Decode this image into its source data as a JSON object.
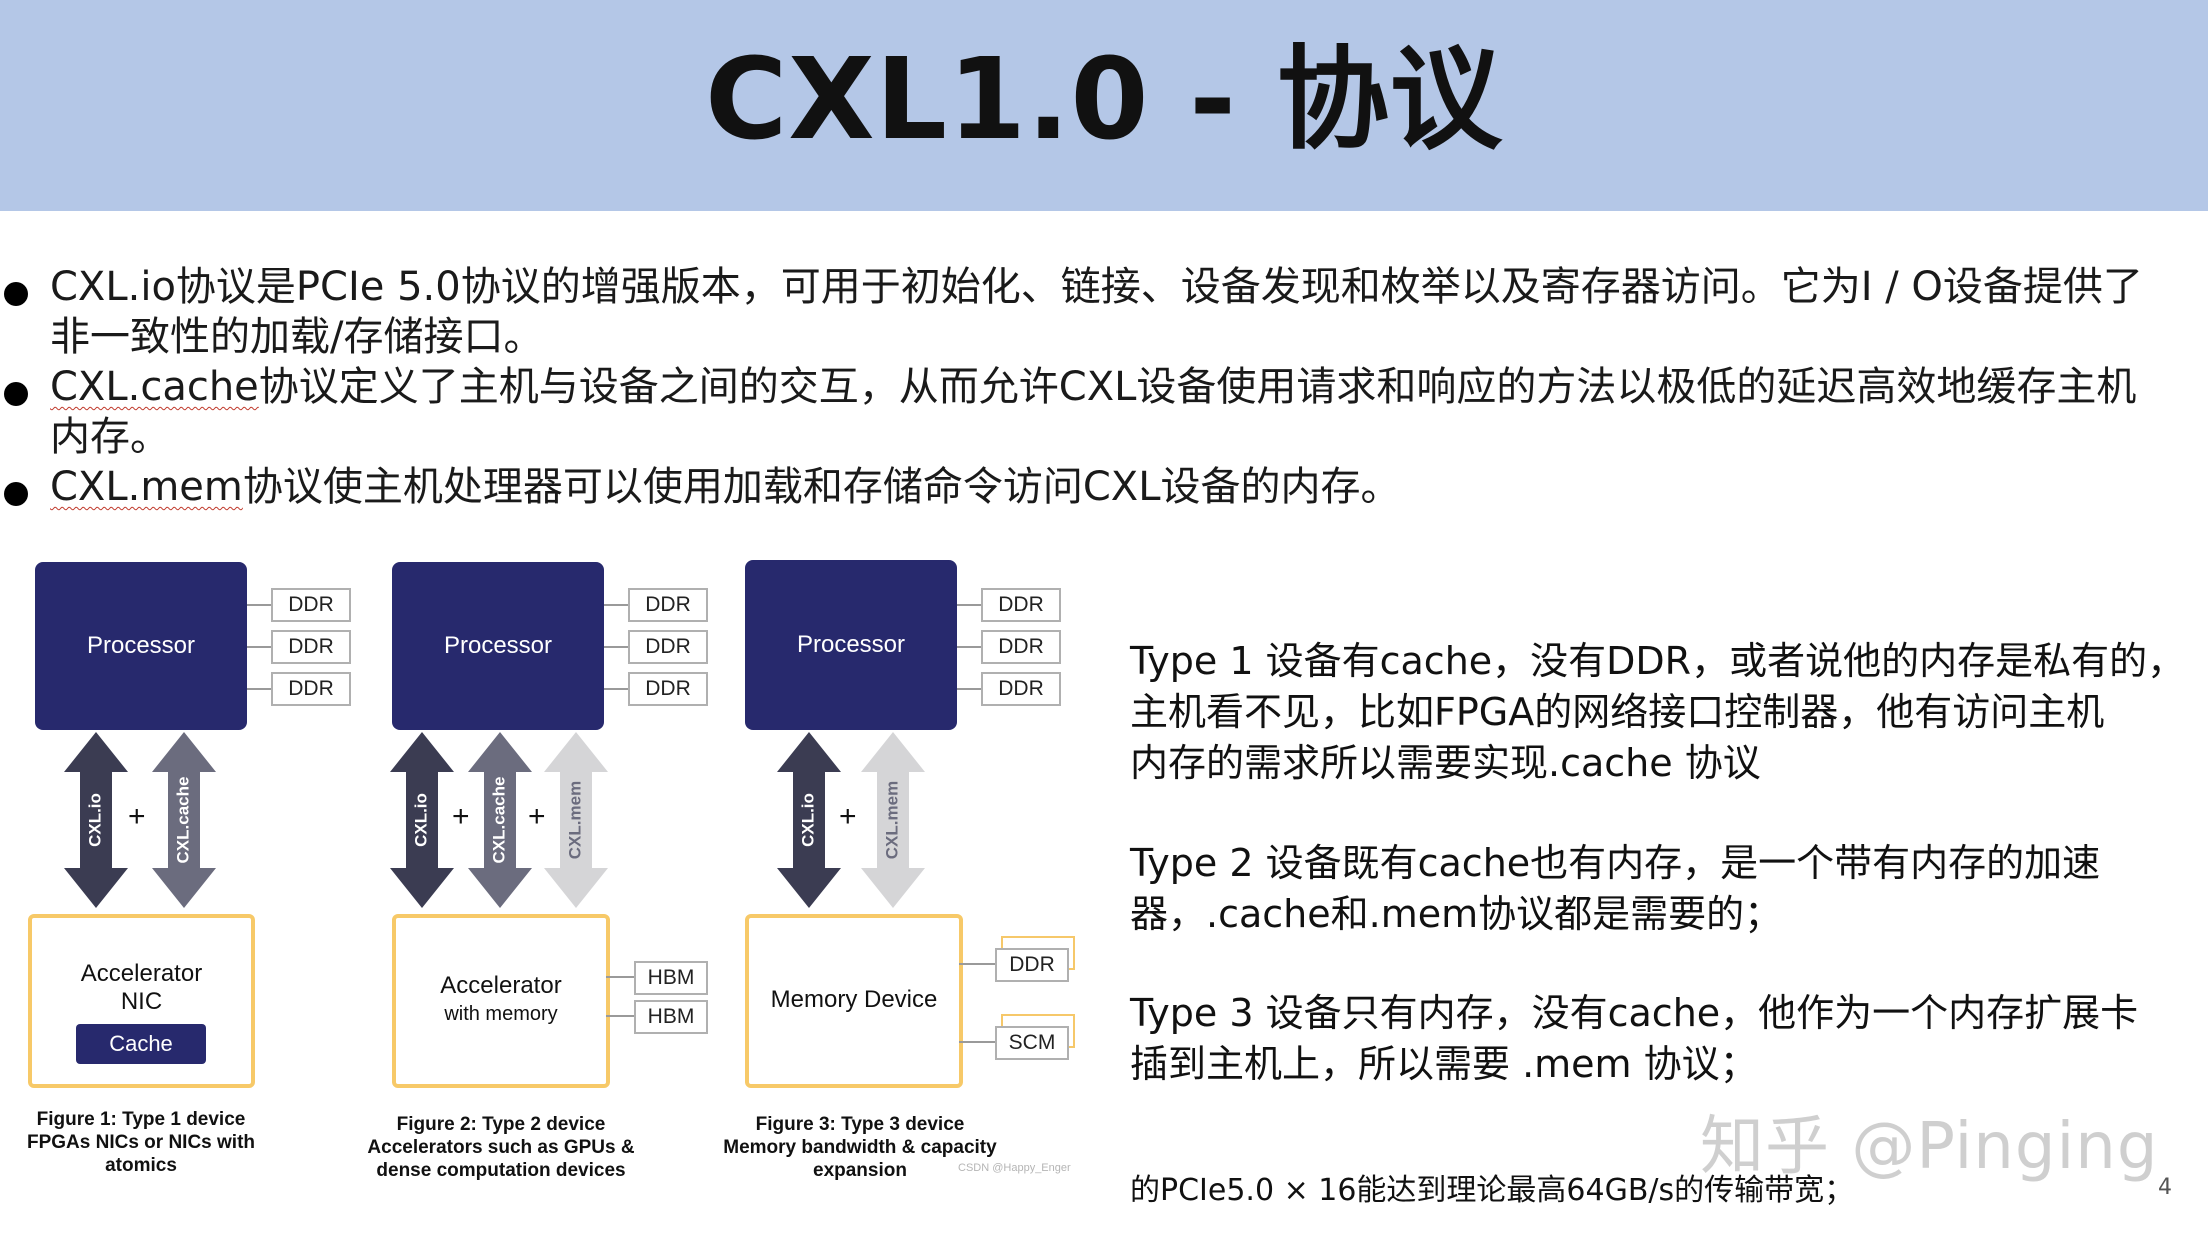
{
  "title": "CXL1.0 - 协议",
  "bullets": [
    {
      "lines": [
        {
          "text": "CXL.io协议是PCIe 5.0协议的增强版本，可用于初始化、链接、设备发现和枚举以及寄存器访问。它为I / O设备提供了"
        },
        {
          "text": "非一致性的加载/存储接口。"
        }
      ]
    },
    {
      "lead": "CXL.cache",
      "lines": [
        {
          "text": "协议定义了主机与设备之间的交互，从而允许CXL设备使用请求和响应的方法以极低的延迟高效地缓存主机"
        },
        {
          "text": "内存。"
        }
      ]
    },
    {
      "lead": "CXL.mem",
      "lines": [
        {
          "text": "协议使主机处理器可以使用加载和存储命令访问CXL设备的内存。"
        }
      ]
    }
  ],
  "figures": [
    {
      "processor": "Processor",
      "ddr": [
        "DDR",
        "DDR",
        "DDR"
      ],
      "links": [
        "CXL.io",
        "CXL.cache"
      ],
      "plus": "+",
      "device_line1": "Accelerator",
      "device_line2": "NIC",
      "device_cache": "Cache",
      "caption": [
        "Figure 1: Type 1 device",
        "FPGAs NICs or NICs with",
        "atomics"
      ]
    },
    {
      "processor": "Processor",
      "ddr": [
        "DDR",
        "DDR",
        "DDR"
      ],
      "links": [
        "CXL.io",
        "CXL.cache",
        "CXL.mem"
      ],
      "plus": "+",
      "device_line1": "Accelerator",
      "device_line2": "with memory",
      "device_mem": [
        "HBM",
        "HBM"
      ],
      "caption": [
        "Figure 2: Type 2 device",
        "Accelerators such as GPUs &",
        "dense computation devices"
      ]
    },
    {
      "processor": "Processor",
      "ddr": [
        "DDR",
        "DDR",
        "DDR"
      ],
      "links": [
        "CXL.io",
        "CXL.mem"
      ],
      "plus": "+",
      "device_line1": "Memory Device",
      "device_mem": [
        "DDR",
        "SCM"
      ],
      "caption": [
        "Figure 3: Type 3 device",
        "Memory bandwidth & capacity",
        "expansion"
      ],
      "credit": "CSDN @Happy_Enger"
    }
  ],
  "descriptions": [
    [
      "Type 1 设备有cache，没有DDR，或者说他的内存是私有的，",
      "主机看不见，比如FPGA的网络接口控制器，他有访问主机",
      "内存的需求所以需要实现.cache 协议"
    ],
    [
      "Type 2 设备既有cache也有内存，是一个带有内存的加速",
      "器，.cache和.mem协议都是需要的；"
    ],
    [
      "Type 3 设备只有内存，没有cache，他作为一个内存扩展卡",
      "插到主机上，所以需要 .mem 协议；"
    ]
  ],
  "footer": "的PCIe5.0 × 16能达到理论最高64GB/s的传输带宽；",
  "watermark": "知乎 @Pinging",
  "page_number": "4",
  "colors": {
    "header_bg": "#b4c7e7",
    "processor": "#27296d",
    "device_border": "#f7c968",
    "arrow_dark": "#3b3c52",
    "arrow_mid": "#6b6c7e",
    "arrow_light": "#d5d5d7"
  }
}
